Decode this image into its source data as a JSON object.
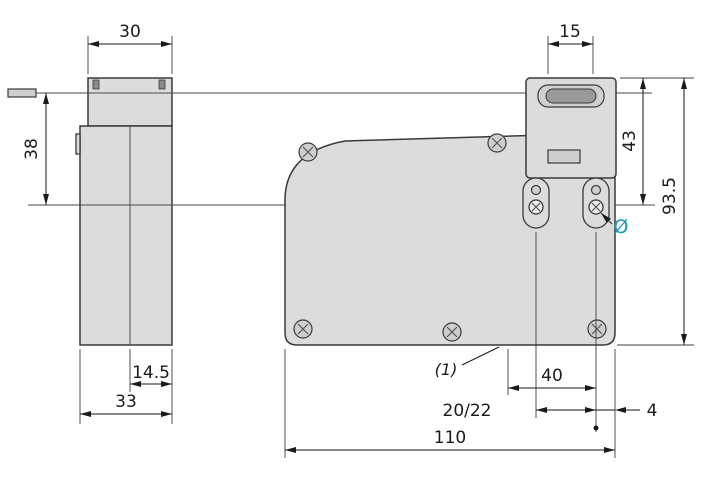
{
  "accent_color": "#1599b9",
  "drawing": {
    "type": "dimension-drawing",
    "views": {
      "side": "side-view",
      "front": "front-view"
    }
  },
  "dimensions": {
    "head_width": "30",
    "pin_to_hole_axis": "38",
    "body_depth_inner": "14.5",
    "body_depth": "33",
    "head_slot_width": "15",
    "head_top_to_hole_axis": "43",
    "total_height": "93.5",
    "hole_diameter_symbol": "Ø",
    "footnote_marker": "(1)",
    "axis_to_axis": "40",
    "hole_spacing_options": "20/22",
    "axis_to_edge": "4",
    "total_width": "110"
  }
}
